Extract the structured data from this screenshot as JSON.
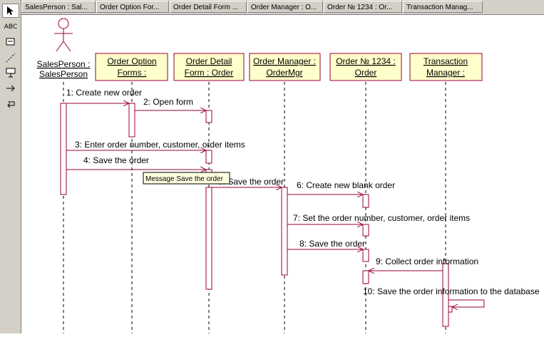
{
  "tabs": [
    {
      "label": "SalesPerson : Sal..."
    },
    {
      "label": "Order Option For..."
    },
    {
      "label": "Order Detail Form ..."
    },
    {
      "label": "Order Manager : O..."
    },
    {
      "label": "Order № 1234 : Or..."
    },
    {
      "label": "Transaction Manag..."
    }
  ],
  "toolbar": {
    "pointer_icon": "pointer-arrow-icon",
    "text_tool": "ABC",
    "note_icon": "note-icon",
    "anchor_icon": "dashed-line-icon",
    "message_icon": "message-icon",
    "arrow_icon": "arrow-right-icon",
    "return_icon": "return-arrow-icon"
  },
  "actor": {
    "line1": "SalesPerson :",
    "line2": "SalesPerson"
  },
  "objects": [
    {
      "line1": "Order Option",
      "line2": "Forms :"
    },
    {
      "line1": "Order Detail",
      "line2": "Form : Order"
    },
    {
      "line1": "Order Manager :",
      "line2": "OrderMgr"
    },
    {
      "line1": "Order № 1234 :",
      "line2": "Order"
    },
    {
      "line1": "Transaction",
      "line2": "Manager :"
    }
  ],
  "messages": [
    "1: Create new order",
    "2:  Open form",
    "3: Enter order number, customer, order items",
    "4:  Save the order",
    "5:  Save the order",
    "6: Create new blank order",
    "7: Set the order number, customer, order items",
    "8:  Save the order",
    "9:  Collect order information",
    "10: Save the order information to the database"
  ],
  "tooltip": "Message Save the order",
  "colors": {
    "lifeline_box": "#ffffcc",
    "box_border": "#990033",
    "message_line": "#990033",
    "toolbar": "#d4d0c8"
  }
}
